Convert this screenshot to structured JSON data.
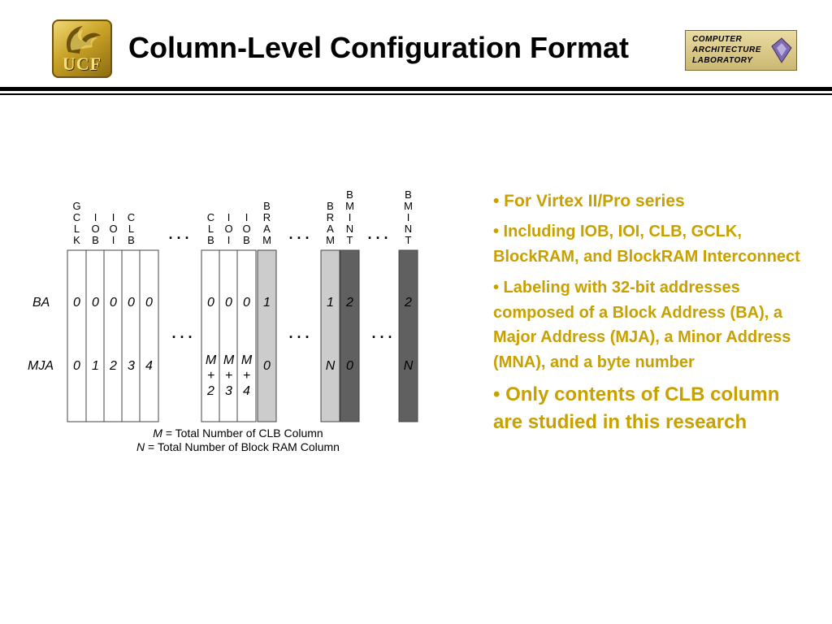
{
  "header": {
    "title": "Column-Level Configuration Format",
    "left_logo_text": "UCF",
    "right_logo_lines": [
      "COMPUTER",
      "ARCHITECTURE",
      "LABORATORY"
    ]
  },
  "diagram": {
    "row_labels": [
      "BA",
      "MJA"
    ],
    "columns": [
      {
        "header": [
          "G",
          "C",
          "L",
          "K"
        ],
        "ba": "0",
        "mja": [
          "0"
        ],
        "fill": "#ffffff"
      },
      {
        "header": [
          "I",
          "O",
          "B"
        ],
        "ba": "0",
        "mja": [
          "1"
        ],
        "fill": "#ffffff"
      },
      {
        "header": [
          "I",
          "O",
          "I"
        ],
        "ba": "0",
        "mja": [
          "2"
        ],
        "fill": "#ffffff"
      },
      {
        "header": [
          "C",
          "L",
          "B"
        ],
        "ba": "0",
        "mja": [
          "3"
        ],
        "fill": "#ffffff"
      },
      {
        "header": [],
        "ba": "0",
        "mja": [
          "4"
        ],
        "fill": "#ffffff"
      },
      {
        "header": [
          "C",
          "L",
          "B"
        ],
        "ba": "0",
        "mja": [
          "M",
          "+",
          "2"
        ],
        "fill": "#ffffff"
      },
      {
        "header": [
          "I",
          "O",
          "I"
        ],
        "ba": "0",
        "mja": [
          "M",
          "+",
          "3"
        ],
        "fill": "#ffffff"
      },
      {
        "header": [
          "I",
          "O",
          "B"
        ],
        "ba": "0",
        "mja": [
          "M",
          "+",
          "4"
        ],
        "fill": "#ffffff"
      },
      {
        "header": [
          "B",
          "R",
          "A",
          "M"
        ],
        "ba": "1",
        "mja": [
          "0"
        ],
        "fill": "#cccccc"
      },
      {
        "header": [
          "B",
          "R",
          "A",
          "M"
        ],
        "ba": "1",
        "mja": [
          "N"
        ],
        "fill": "#cccccc"
      },
      {
        "header": [
          "B",
          "M",
          "I",
          "N",
          "T"
        ],
        "ba": "2",
        "mja": [
          "0"
        ],
        "fill": "#606060"
      },
      {
        "header": [
          "B",
          "M",
          "I",
          "N",
          "T"
        ],
        "ba": "2",
        "mja": [
          "N"
        ],
        "fill": "#606060"
      }
    ],
    "ellipsis": ". . .",
    "legend": [
      {
        "symbol": "M",
        "text": " = Total Number of CLB Column"
      },
      {
        "symbol": "N",
        "text": " = Total Number of Block RAM Column"
      }
    ]
  },
  "bullets": [
    "• For Virtex II/Pro series",
    "• Including IOB, IOI, CLB, GCLK, BlockRAM, and BlockRAM Interconnect",
    "• Labeling with 32-bit addresses composed of a Block Address (BA), a Major Address (MJA), a Minor Address (MNA), and a byte number",
    "• Only contents of CLB column are studied in this research"
  ],
  "colors": {
    "bullet_text": "#c8a000",
    "bram_fill": "#cccccc",
    "bmint_fill": "#606060"
  }
}
